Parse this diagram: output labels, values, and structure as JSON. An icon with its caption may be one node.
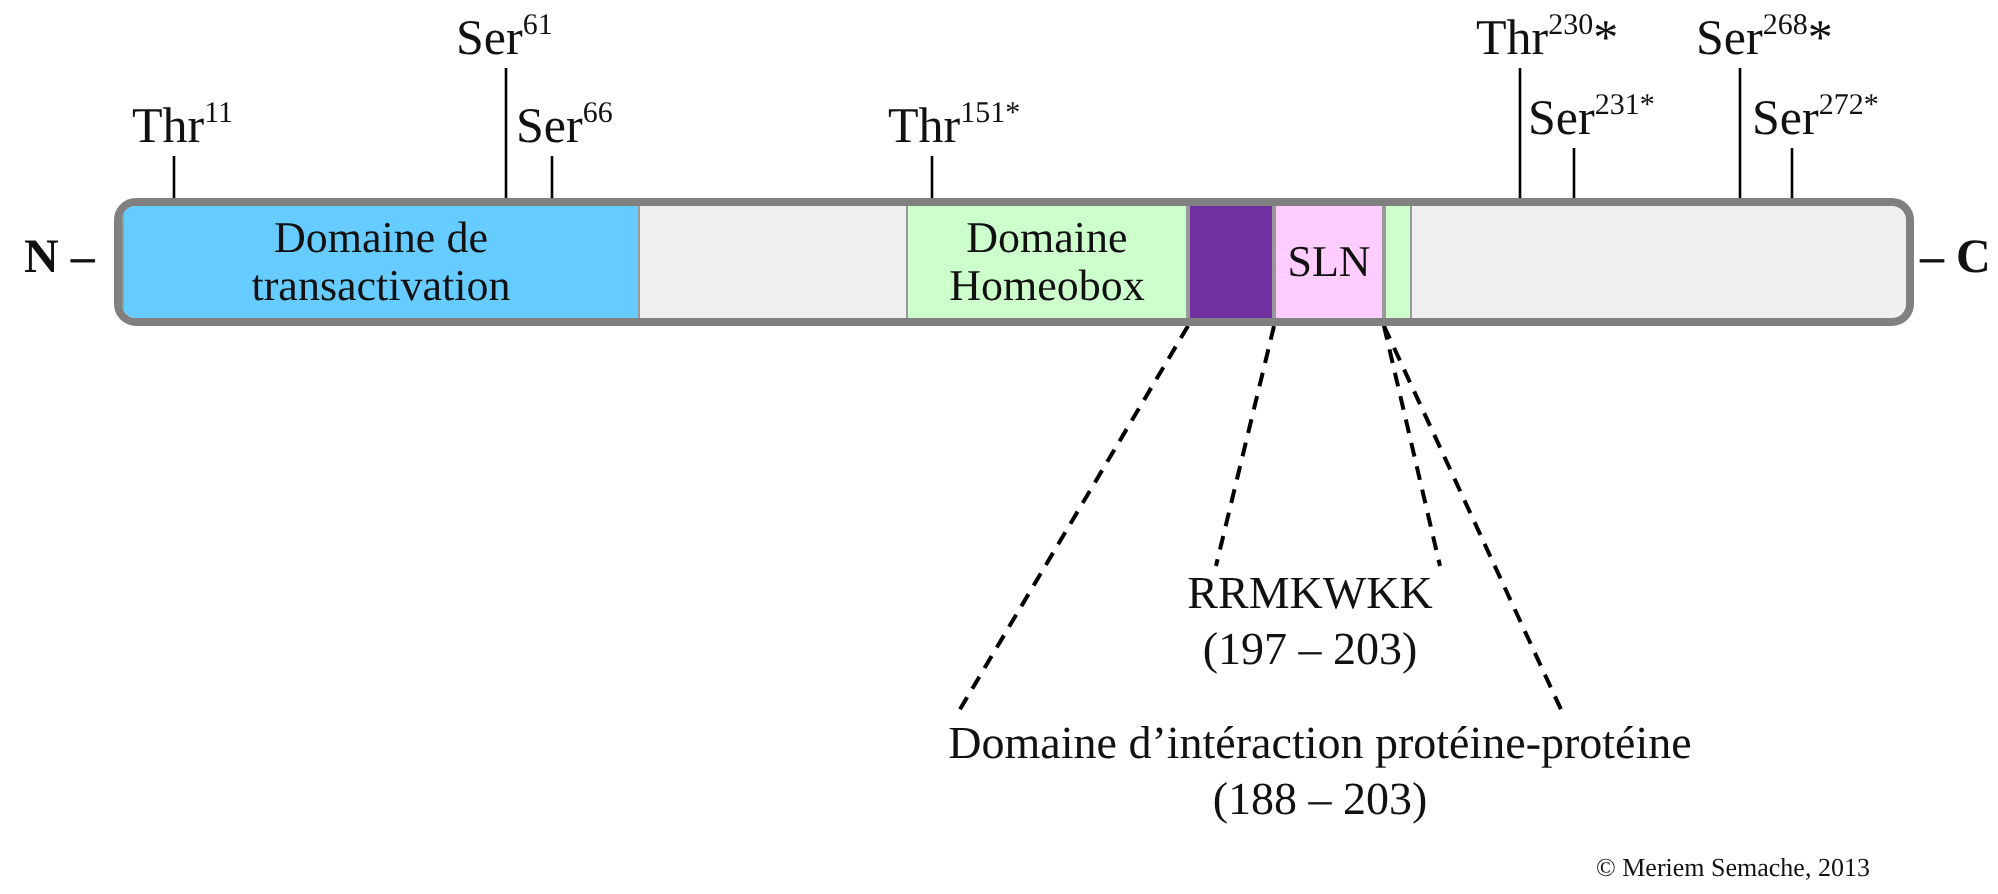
{
  "diagram": {
    "nodes": [
      {
        "text": [],
        "shape": "bar"
      },
      {
        "text": [
          "Domaine de transactivation"
        ],
        "in": 0
      },
      {
        "text": [
          "Domaine Homeobox"
        ],
        "in": 0
      },
      {
        "text": [],
        "shape": "box",
        "in": 0
      },
      {
        "text": [
          "SLN"
        ],
        "in": 0
      },
      {
        "text": [],
        "shape": "box",
        "in": 0
      },
      {
        "text": [
          "Thr$^{11}$"
        ]
      },
      {
        "text": [
          "Ser$^{61}$"
        ]
      },
      {
        "text": [
          "Ser$^{66}$"
        ]
      },
      {
        "text": [
          "Thr$^{151*}$"
        ]
      },
      {
        "text": [
          "Thr$^{230}$*"
        ]
      },
      {
        "text": [
          "Ser$^{231*}$"
        ]
      },
      {
        "text": [
          "Ser$^{268}$*"
        ]
      },
      {
        "text": [
          "Ser$^{272*}$"
        ]
      },
      {
        "text": [
          "RRMKWKK",
          "(197 – 203)"
        ]
      },
      {
        "text": [
          "Domaine d’intéraction protéine-protéine",
          "(188 – 203)"
        ]
      }
    ],
    "edges": [
      {
        "from": 6,
        "to": 0,
        "arrow": "none"
      },
      {
        "from": 7,
        "to": 0,
        "arrow": "none"
      },
      {
        "from": 8,
        "to": 0,
        "arrow": "none"
      },
      {
        "from": 9,
        "to": 0,
        "arrow": "none"
      },
      {
        "from": 10,
        "to": 0,
        "arrow": "none"
      },
      {
        "from": 11,
        "to": 0,
        "arrow": "none"
      },
      {
        "from": 12,
        "to": 0,
        "arrow": "none"
      },
      {
        "from": 13,
        "to": 0,
        "arrow": "none"
      },
      {
        "from": 3,
        "to": 15,
        "arrow": "none",
        "style": "dashed"
      },
      {
        "from": 4,
        "to": 14,
        "arrow": "none",
        "style": "dashed"
      },
      {
        "from": 5,
        "to": 14,
        "arrow": "none",
        "style": "dashed"
      },
      {
        "from": 5,
        "to": 15,
        "arrow": "none",
        "style": "dashed"
      }
    ],
    "labels": [
      "N –",
      "– C",
      "© Meriem Semache, 2013"
    ]
  }
}
